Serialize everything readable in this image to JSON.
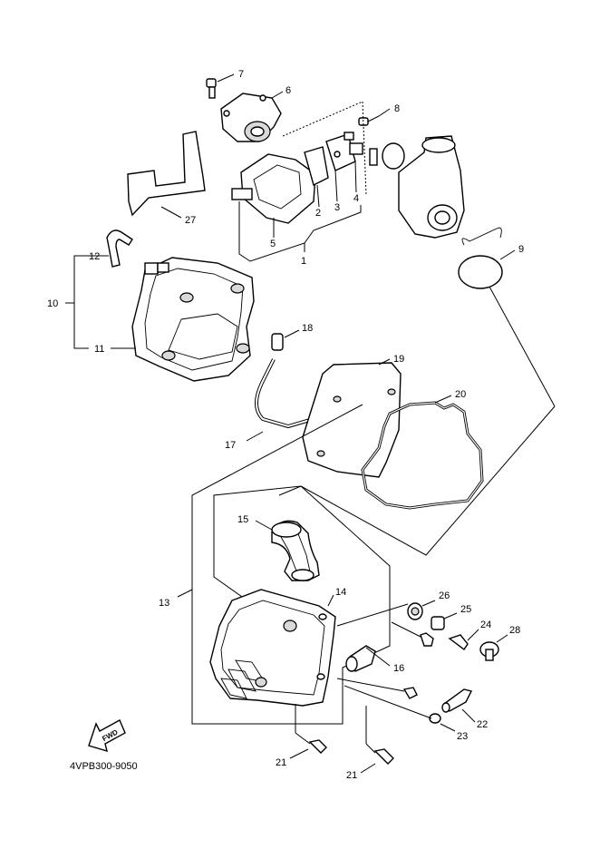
{
  "diagram_code": "4VPB300-9050",
  "fwd_label": "FWD",
  "parts": {
    "p1": "1",
    "p2": "2",
    "p3": "3",
    "p4": "4",
    "p5": "5",
    "p6": "6",
    "p7": "7",
    "p8": "8",
    "p9": "9",
    "p10": "10",
    "p11": "11",
    "p12": "12",
    "p13": "13",
    "p14": "14",
    "p15": "15",
    "p16": "16",
    "p17": "17",
    "p18": "18",
    "p19": "19",
    "p20": "20",
    "p21a": "21",
    "p21b": "21",
    "p22": "22",
    "p23": "23",
    "p24": "24",
    "p25": "25",
    "p26": "26",
    "p27": "27",
    "p28": "28"
  }
}
